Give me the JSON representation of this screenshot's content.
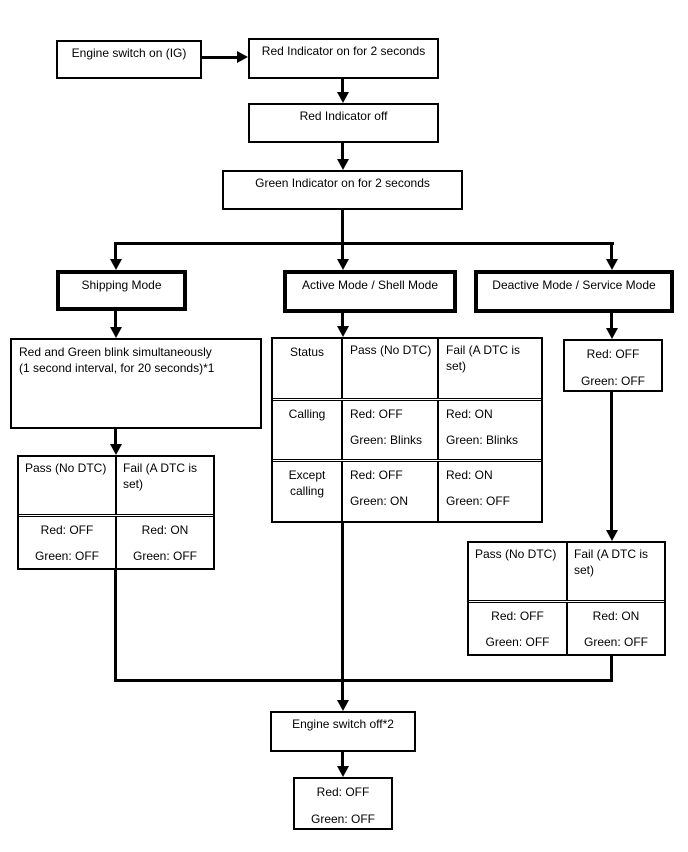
{
  "flow": {
    "engine_on": "Engine switch on (IG)",
    "red_indicator_on": "Red Indicator on for 2 seconds",
    "red_indicator_off": "Red Indicator off",
    "green_indicator_on": "Green Indicator on for 2 seconds",
    "engine_off": "Engine switch off*2",
    "final": {
      "red": "Red: OFF",
      "green": "Green: OFF"
    }
  },
  "modes": {
    "shipping": "Shipping Mode",
    "active": "Active Mode / Shell Mode",
    "deactive": "Deactive Mode / Service Mode"
  },
  "shipping_branch": {
    "blink_line1": "Red and Green blink simultaneously",
    "blink_line2": "(1 second interval, for 20 seconds)*1",
    "result": {
      "pass_header": "Pass (No DTC)",
      "fail_header": "Fail (A DTC is set)",
      "pass": {
        "red": "Red: OFF",
        "green": "Green: OFF"
      },
      "fail": {
        "red": "Red: ON",
        "green": "Green: OFF"
      }
    }
  },
  "active_branch": {
    "status_header": "Status",
    "pass_header": "Pass (No DTC)",
    "fail_header": "Fail (A DTC is set)",
    "rows": [
      {
        "label": "Calling",
        "pass": {
          "red": "Red: OFF",
          "green": "Green: Blinks"
        },
        "fail": {
          "red": "Red: ON",
          "green": "Green: Blinks"
        }
      },
      {
        "label": "Except calling",
        "pass": {
          "red": "Red: OFF",
          "green": "Green: ON"
        },
        "fail": {
          "red": "Red: ON",
          "green": "Green: OFF"
        }
      }
    ]
  },
  "deactive_branch": {
    "state": {
      "red": "Red: OFF",
      "green": "Green: OFF"
    },
    "result": {
      "pass_header": "Pass (No DTC)",
      "fail_header": "Fail (A DTC is set)",
      "pass": {
        "red": "Red: OFF",
        "green": "Green: OFF"
      },
      "fail": {
        "red": "Red: ON",
        "green": "Green: OFF"
      }
    }
  },
  "colors": {
    "line": "#000000",
    "background": "#ffffff"
  }
}
